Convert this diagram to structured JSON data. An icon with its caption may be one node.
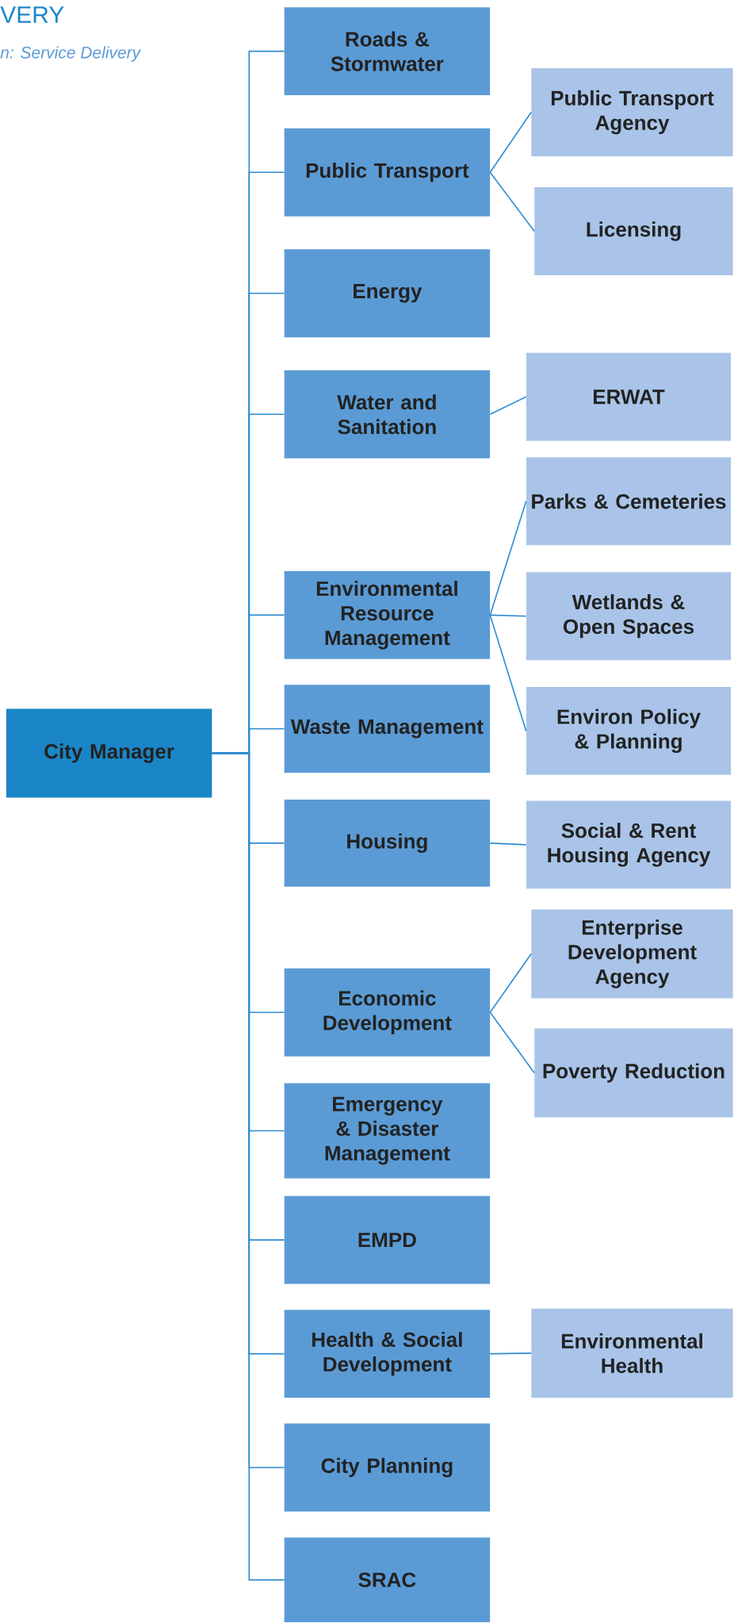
{
  "diagram": {
    "nodes": [
      {
        "text": [
          "City Manager"
        ]
      },
      {
        "text": [
          "Roads & Stormwater"
        ]
      },
      {
        "text": [
          "Public Transport"
        ]
      },
      {
        "text": [
          "Public Transport Agency"
        ]
      },
      {
        "text": [
          "Licensing"
        ]
      },
      {
        "text": [
          "Energy"
        ]
      },
      {
        "text": [
          "Water and Sanitation"
        ]
      },
      {
        "text": [
          "ERWAT"
        ]
      },
      {
        "text": [
          "Environmental Resource Management"
        ]
      },
      {
        "text": [
          "Parks & Cemeteries"
        ]
      },
      {
        "text": [
          "Wetlands & Open Spaces"
        ]
      },
      {
        "text": [
          "Environ Policy & Planning"
        ]
      },
      {
        "text": [
          "Waste Management"
        ]
      },
      {
        "text": [
          "Housing"
        ]
      },
      {
        "text": [
          "Social & Rent Housing Agency"
        ]
      },
      {
        "text": [
          "Economic Development"
        ]
      },
      {
        "text": [
          "Enterprise Development Agency"
        ]
      },
      {
        "text": [
          "Poverty Reduction"
        ]
      },
      {
        "text": [
          "Emergency & Disaster Management"
        ]
      },
      {
        "text": [
          "EMPD"
        ]
      },
      {
        "text": [
          "Health & Social Development"
        ]
      },
      {
        "text": [
          "Environmental Health"
        ]
      },
      {
        "text": [
          "City Planning"
        ]
      },
      {
        "text": [
          "SRAC"
        ]
      }
    ],
    "edges": [
      {
        "from": 0,
        "to": 1,
        "arrow": "none"
      },
      {
        "from": 0,
        "to": 2,
        "arrow": "none"
      },
      {
        "from": 2,
        "to": 3,
        "arrow": "none"
      },
      {
        "from": 2,
        "to": 4,
        "arrow": "none"
      },
      {
        "from": 0,
        "to": 5,
        "arrow": "none"
      },
      {
        "from": 0,
        "to": 6,
        "arrow": "none"
      },
      {
        "from": 6,
        "to": 7,
        "arrow": "none"
      },
      {
        "from": 0,
        "to": 8,
        "arrow": "none"
      },
      {
        "from": 8,
        "to": 9,
        "arrow": "none"
      },
      {
        "from": 8,
        "to": 10,
        "arrow": "none"
      },
      {
        "from": 8,
        "to": 11,
        "arrow": "none"
      },
      {
        "from": 0,
        "to": 12,
        "arrow": "none"
      },
      {
        "from": 0,
        "to": 13,
        "arrow": "none"
      },
      {
        "from": 13,
        "to": 14,
        "arrow": "none"
      },
      {
        "from": 0,
        "to": 15,
        "arrow": "none"
      },
      {
        "from": 15,
        "to": 16,
        "arrow": "none"
      },
      {
        "from": 15,
        "to": 17,
        "arrow": "none"
      },
      {
        "from": 0,
        "to": 18,
        "arrow": "none"
      },
      {
        "from": 0,
        "to": 19,
        "arrow": "none"
      },
      {
        "from": 0,
        "to": 20,
        "arrow": "none"
      },
      {
        "from": 20,
        "to": 21,
        "arrow": "none"
      },
      {
        "from": 0,
        "to": 22,
        "arrow": "none"
      },
      {
        "from": 0,
        "to": 23,
        "arrow": "none"
      }
    ],
    "labels": [
      "VERY",
      "n: Service Delivery"
    ]
  }
}
